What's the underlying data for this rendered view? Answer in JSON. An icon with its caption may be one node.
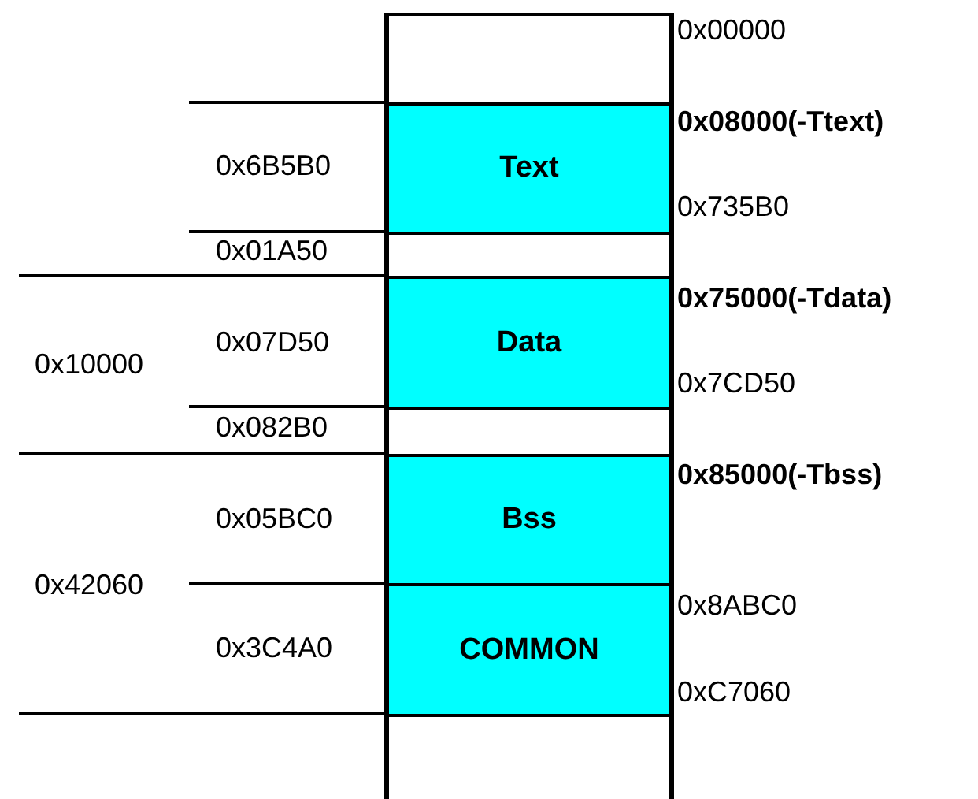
{
  "diagram": {
    "nodes": [
      {
        "text": [],
        "shape": "box"
      },
      {
        "text": [
          "Text"
        ]
      },
      {
        "text": [],
        "shape": "box"
      },
      {
        "text": [
          "Data"
        ]
      },
      {
        "text": [],
        "shape": "box"
      },
      {
        "text": [
          "Bss"
        ]
      },
      {
        "text": [
          "COMMON"
        ]
      },
      {
        "text": [],
        "shape": "box"
      }
    ],
    "edges": [],
    "labels": [
      "0x00000",
      "0x08000(-Ttext)",
      "0x6B5B0",
      "0x735B0",
      "0x01A50",
      "0x75000(-Tdata)",
      "0x07D50",
      "0x10000",
      "0x7CD50",
      "0x082B0",
      "0x85000(-Tbss)",
      "0x05BC0",
      "0x42060",
      "0x8ABC0",
      "0x3C4A0",
      "0xC7060"
    ]
  }
}
